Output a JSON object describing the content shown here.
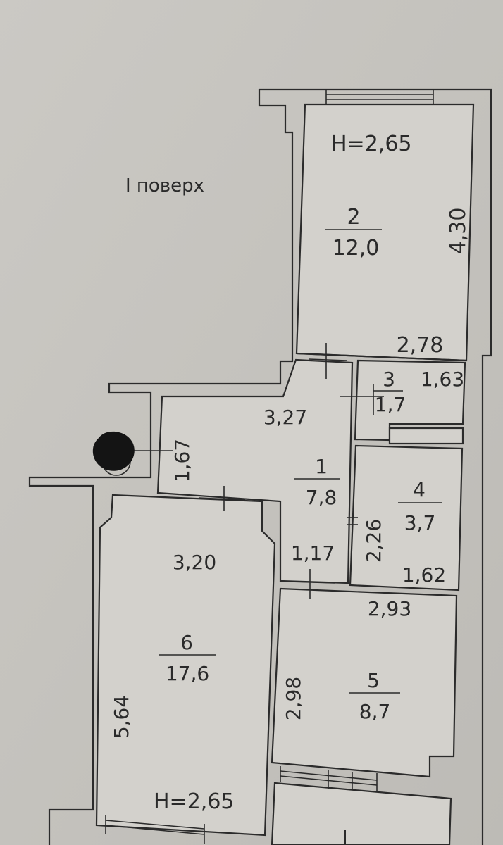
{
  "floor_label": "I поверх",
  "ceiling_heights": [
    "H=2,65",
    "H=2,65"
  ],
  "rooms": [
    {
      "number": "1",
      "area": "7,8"
    },
    {
      "number": "2",
      "area": "12,0"
    },
    {
      "number": "3",
      "area": "1,7"
    },
    {
      "number": "4",
      "area": "3,7"
    },
    {
      "number": "5",
      "area": "8,7"
    },
    {
      "number": "6",
      "area": "17,6"
    }
  ],
  "dimensions": {
    "room2_height": "4,30",
    "room2_width": "2,78",
    "room3_width": "1,63",
    "hall_width": "3,27",
    "hall_height": "1,67",
    "corridor_width": "1,17",
    "room4_height": "2,26",
    "room4_width": "1,62",
    "room5_width": "2,93",
    "room5_height": "2,98",
    "room6_width": "3,20",
    "room6_height": "5,64"
  },
  "colors": {
    "paper": "#c8c6c1",
    "room_fill": "#d3d1cc",
    "wall": "#2b2b2b",
    "ink": "#2a2a2a",
    "redaction": "#141414"
  }
}
